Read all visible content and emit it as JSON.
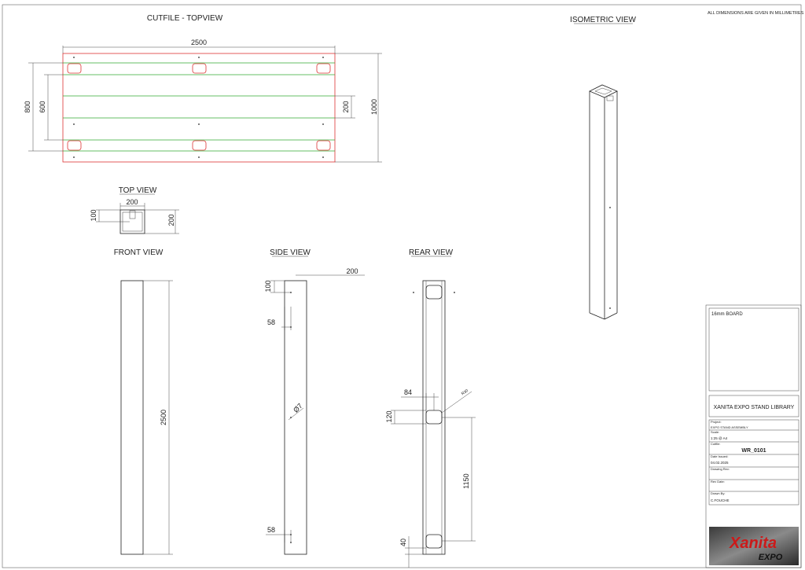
{
  "note_top": "ALL DIMENSIONS ARE GIVEN IN MILLIMETRES",
  "views": {
    "cutfile": "CUTFILE - TOPVIEW",
    "isometric": "ISOMETRIC VIEW",
    "top": "TOP VIEW",
    "front": "FRONT VIEW",
    "side": "SIDE VIEW",
    "rear": "REAR VIEW"
  },
  "dims": {
    "cut_width": "2500",
    "cut_h800": "800",
    "cut_h600": "600",
    "cut_h200": "200",
    "cut_h1000": "1000",
    "top_200w": "200",
    "top_100": "100",
    "top_200h": "200",
    "front_2500": "2500",
    "side_100": "100",
    "side_200": "200",
    "side_58a": "58",
    "side_dia": "Ø7",
    "side_58b": "58",
    "rear_84": "84",
    "rear_r30": "R30",
    "rear_120": "120",
    "rear_1150": "1150",
    "rear_40": "40"
  },
  "title_block": {
    "material": "16mm BOARD",
    "library": "XANITA EXPO STAND LIBRARY",
    "project_label": "Project:",
    "project_value": "EXPO STAND ASSEMBLY",
    "scale_label": "Scale:",
    "scale_value": "1:25 @ A4",
    "cutfile_label": "Cutfile:",
    "cutfile_value": "WR_0101",
    "date_label": "Date Issued:",
    "date_value": "04.02.2025",
    "drawing_rev_label": "Drawing Rev:",
    "rev_date_label": "Rev Date:",
    "drawn_label": "Drawn By:",
    "drawn_value": "C.FOUCHE",
    "logo_main": "Xanita",
    "logo_sub": "EXPO"
  },
  "colors": {
    "outline": "#d33333",
    "fold_lines": "#33aa33",
    "logo_red": "#cc1a1a",
    "logo_bg": "#5a5a5a"
  }
}
